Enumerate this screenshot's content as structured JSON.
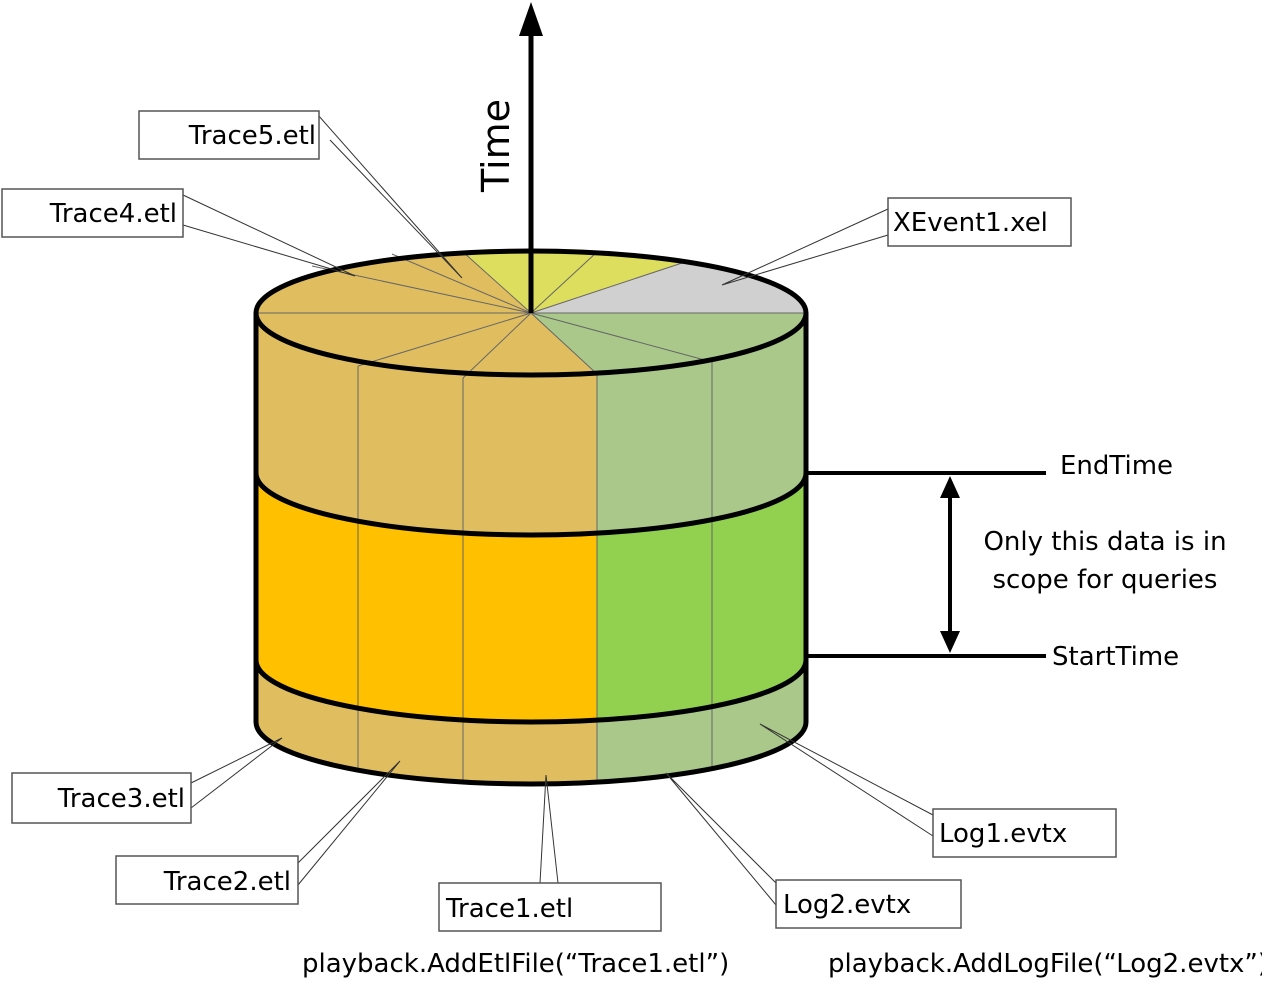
{
  "axis": {
    "time_label": "Time"
  },
  "files": {
    "trace1": "Trace1.etl",
    "trace2": "Trace2.etl",
    "trace3": "Trace3.etl",
    "trace4": "Trace4.etl",
    "trace5": "Trace5.etl",
    "xevent1": "XEvent1.xel",
    "log1": "Log1.evtx",
    "log2": "Log2.evtx"
  },
  "scope": {
    "end_label": "EndTime",
    "start_label": "StartTime",
    "note_line1": "Only this data is in",
    "note_line2": "scope for queries"
  },
  "code": {
    "add_etl": "playback.AddEtlFile(“Trace1.etl”)",
    "add_log": "playback.AddLogFile(“Log2.evtx”)"
  },
  "colors": {
    "etl_faded": "#E0BE60",
    "etl_active": "#FFC000",
    "log_faded": "#A9C88A",
    "log_active": "#92D050",
    "trace5_top": "#DDDD5E",
    "xevent_top": "#D0D0D0"
  }
}
